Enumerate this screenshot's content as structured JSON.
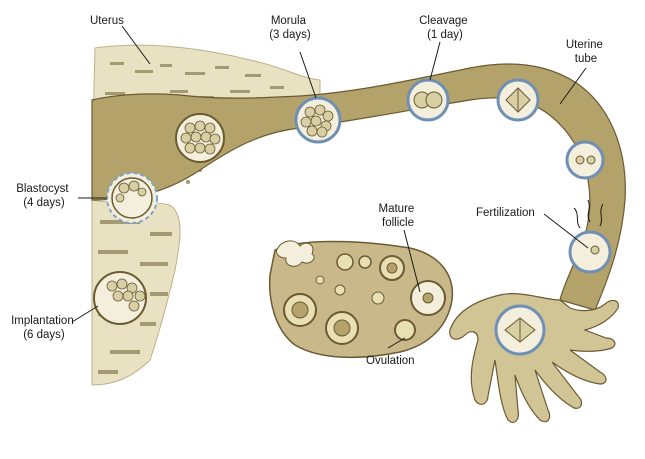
{
  "labels": {
    "uterus": "Uterus",
    "morula": [
      "Morula",
      "(3 days)"
    ],
    "cleavage": [
      "Cleavage",
      "(1 day)"
    ],
    "uterine_tube": [
      "Uterine",
      "tube"
    ],
    "blastocyst": [
      "Blastocyst",
      "(4 days)"
    ],
    "mature_follicle": [
      "Mature",
      "follicle"
    ],
    "fertilization": "Fertilization",
    "implantation": [
      "Implantation",
      "(6 days)"
    ],
    "ovulation": "Ovulation"
  },
  "colors": {
    "tube_lumen": "#b3a26a",
    "tube_wall": "#d8cfa6",
    "endometrium": "#e9e2c2",
    "endometrium_dots": "#a39a72",
    "ovary": "#c9b98a",
    "ovary_outline": "#6b5a32",
    "embryo_ring": "#6f8fb5",
    "embryo_fill": "#f3efdc",
    "cell_fill": "#d9cfa4",
    "zona_dashed": "#7fa3cf",
    "fimbriae": "#d1c596"
  }
}
